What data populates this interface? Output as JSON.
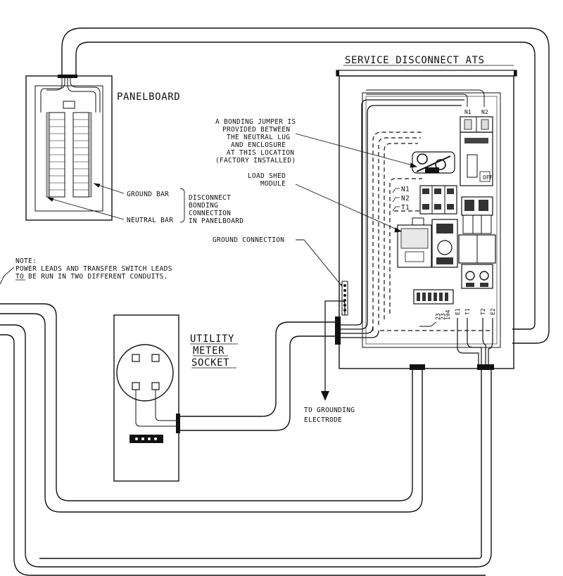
{
  "labels": {
    "ats_title": "SERVICE DISCONNECT ATS",
    "panelboard": "PANELBOARD",
    "ground_bar": "GROUND BAR",
    "neutral_bar": "NEUTRAL BAR",
    "disconnect_bonding": [
      "DISCONNECT",
      "BONDING",
      "CONNECTION",
      "IN PANELBOARD"
    ],
    "bonding_jumper": [
      "A BONDING JUMPER IS",
      "PROVIDED BETWEEN",
      "THE NEUTRAL LUG",
      "AND ENCLOSURE",
      "AT THIS LOCATION",
      "(FACTORY INSTALLED)"
    ],
    "load_shed": [
      "LOAD SHED",
      "MODULE"
    ],
    "ground_connection": "GROUND CONNECTION",
    "note": [
      "NOTE:",
      "POWER LEADS AND TRANSFER SWITCH LEADS",
      "TO BE RUN IN TWO DIFFERENT CONDUITS."
    ],
    "utility_meter": [
      "UTILITY",
      "METER",
      "SOCKET"
    ],
    "grounding_electrode": [
      "TO GROUNDING",
      "ELECTRODE"
    ],
    "lug_left": [
      "N1",
      "N2",
      "T1"
    ],
    "top_breaker": [
      "N1",
      "N2"
    ],
    "bottom_terminals": [
      "E1",
      "T1",
      "T2",
      "E2"
    ],
    "small_terminals": [
      "23",
      "23",
      "194"
    ]
  }
}
